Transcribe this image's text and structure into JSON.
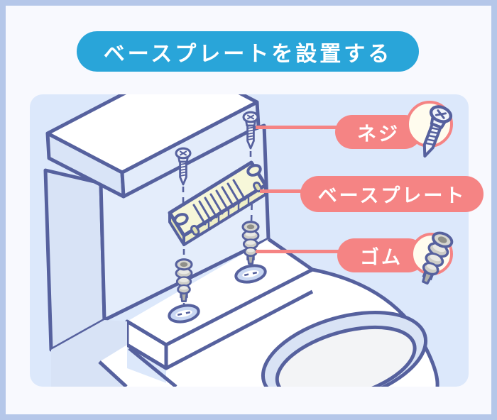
{
  "title": {
    "text": "ベースプレートを設置する"
  },
  "callouts": [
    {
      "label": "ネジ",
      "icon": "screw-icon"
    },
    {
      "label": "ベースプレート",
      "icon": "base-plate-part"
    },
    {
      "label": "ゴム",
      "icon": "rubber-anchor-icon"
    }
  ],
  "colors": {
    "title_bg": "#29A5D9",
    "callout_bg": "#F58484",
    "card_bg": "#DCE8FB",
    "outline": "#56619E",
    "plate_cream": "#F7F7D9",
    "icon_circle_bg": "#FFFCEE",
    "page_border": "#B5C7E9",
    "page_bg": "#F8F9FE"
  }
}
